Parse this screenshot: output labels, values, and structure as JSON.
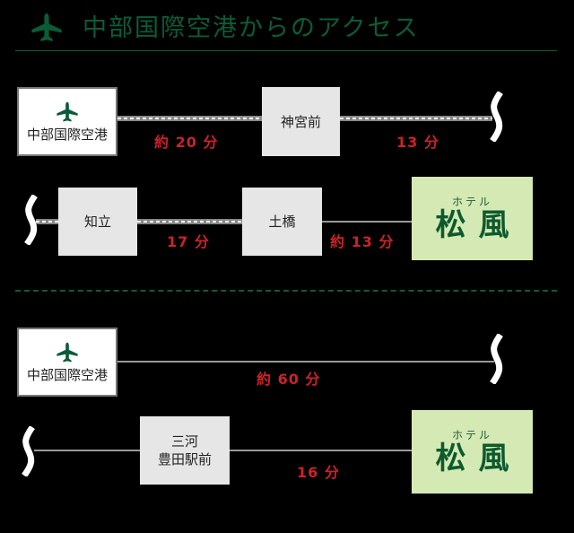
{
  "header": {
    "title": "中部国際空港からのアクセス",
    "icon": "airplane-icon"
  },
  "colors": {
    "accent_green": "#0a5c38",
    "time_red": "#cc2229",
    "hotel_bg": "#d4e9b4",
    "station_bg": "#e6e6e6",
    "background": "#000000"
  },
  "route_rail": {
    "row1": {
      "origin": {
        "label": "中部国際空港",
        "icon": "airplane-icon"
      },
      "segments": [
        {
          "time": "約 20 分",
          "line_type": "rail"
        },
        {
          "time": "13 分",
          "line_type": "rail"
        }
      ],
      "stations": [
        {
          "label": "神宮前"
        }
      ]
    },
    "row2": {
      "stations": [
        {
          "label": "知立"
        },
        {
          "label": "土橋"
        }
      ],
      "segments": [
        {
          "time": "17 分",
          "line_type": "rail"
        },
        {
          "time": "約 13 分",
          "line_type": "road"
        }
      ],
      "destination": {
        "sub": "ホテル",
        "name": "松風"
      }
    }
  },
  "route_bus": {
    "row1": {
      "origin": {
        "label": "中部国際空港",
        "icon": "airplane-icon"
      },
      "segments": [
        {
          "time": "約 60 分",
          "line_type": "road"
        }
      ]
    },
    "row2": {
      "stations": [
        {
          "label_line1": "三河",
          "label_line2": "豊田駅前"
        }
      ],
      "segments": [
        {
          "time": "16 分",
          "line_type": "road"
        }
      ],
      "destination": {
        "sub": "ホテル",
        "name": "松風"
      }
    }
  }
}
